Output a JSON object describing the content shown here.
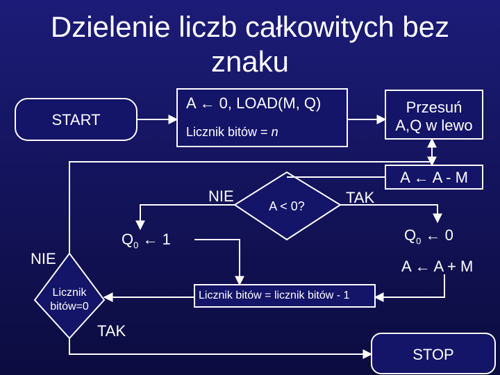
{
  "title": {
    "line1": "Dzielenie liczb całkowitych bez",
    "line2": "znaku"
  },
  "nodes": {
    "start": "START",
    "init_line1": "A ← 0, LOAD(M, Q)",
    "init_line2_prefix": "Licznik bitów = ",
    "init_line2_var": "n",
    "shift_line1": "Przesuń",
    "shift_line2": "A,Q w lewo",
    "subtract": "A ← A - M",
    "decision_sign": "A < 0?",
    "set_q0_one": "← 1",
    "set_q0_zero": "← 0",
    "q0_base": "Q",
    "q0_sub": "0",
    "restore": "A ← A + M",
    "decrement": "Licznik bitów = licznik bitów - 1",
    "decision_counter_line1": "Licznik",
    "decision_counter_line2": "bitów=0",
    "stop": "STOP"
  },
  "branches": {
    "no_sign": "NIE",
    "yes_sign": "TAK",
    "no_counter": "NIE",
    "yes_counter": "TAK"
  },
  "colors": {
    "line": "#ffffff",
    "box_fill": "#141468"
  }
}
